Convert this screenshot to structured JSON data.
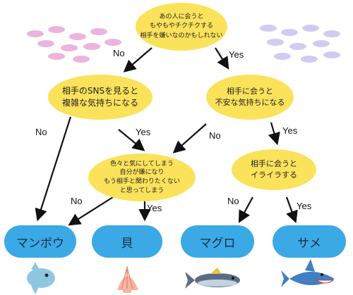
{
  "root": {
    "text": "あの人に会うと\nもやもやチクチクする\n相手を嫌いなのかもしれない"
  },
  "q_left": {
    "text": "相手のSNSを見ると\n複雑な気持ちになる"
  },
  "q_right": {
    "text": "相手に会うと\n不安な気持ちになる"
  },
  "q_center": {
    "text": "色々と気にしてしまう\n自分が嫌になり\nもう相手と関わりたくない\nと思ってしまう"
  },
  "q_right2": {
    "text": "相手に会うと\nイライラする"
  },
  "results": [
    "マンボウ",
    "貝",
    "マグロ",
    "サメ"
  ],
  "labels": {
    "no": "No",
    "yes": "Yes"
  },
  "colors": {
    "question": "#fbe25b",
    "result": "#3aa9e6"
  }
}
